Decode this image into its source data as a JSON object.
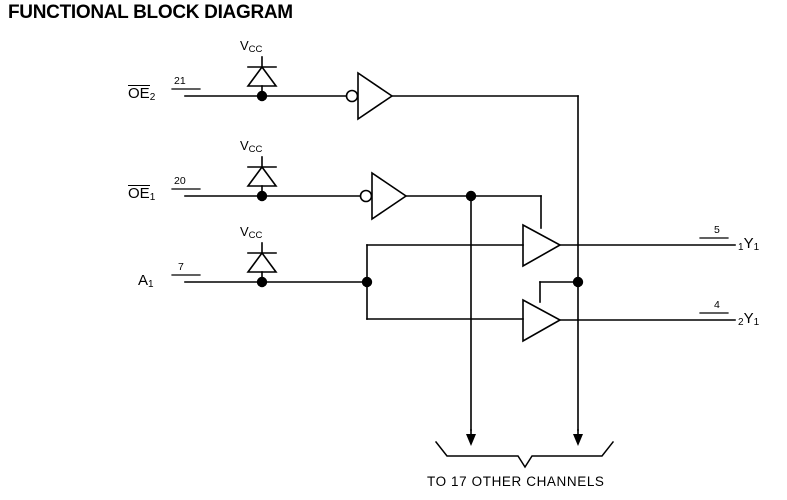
{
  "title": "FUNCTIONAL BLOCK DIAGRAM",
  "inputs": [
    {
      "name": "oe2",
      "label": "OE",
      "sub": "2",
      "overline": true,
      "pin": "21",
      "vcc": "V",
      "vcc_sub": "CC"
    },
    {
      "name": "oe1",
      "label": "OE",
      "sub": "1",
      "overline": true,
      "pin": "20",
      "vcc": "V",
      "vcc_sub": "CC"
    },
    {
      "name": "a1",
      "label": "A",
      "sub": "1",
      "overline": false,
      "pin": "7",
      "vcc": "V",
      "vcc_sub": "CC"
    }
  ],
  "outputs": [
    {
      "name": "y1",
      "prefix": "1",
      "letter": "Y",
      "suffix": "1",
      "pin": "5"
    },
    {
      "name": "y2",
      "prefix": "2",
      "letter": "Y",
      "suffix": "1",
      "pin": "4"
    }
  ],
  "gates": {
    "inverter_oe2": "inverter",
    "inverter_oe1": "inverter",
    "buffer_1y1": "tri-state-buffer",
    "buffer_2y1": "tri-state-buffer"
  },
  "footer": {
    "channels_note": "TO 17 OTHER CHANNELS"
  },
  "colors": {
    "line": "#000000",
    "text": "#000000",
    "background": "#ffffff"
  }
}
